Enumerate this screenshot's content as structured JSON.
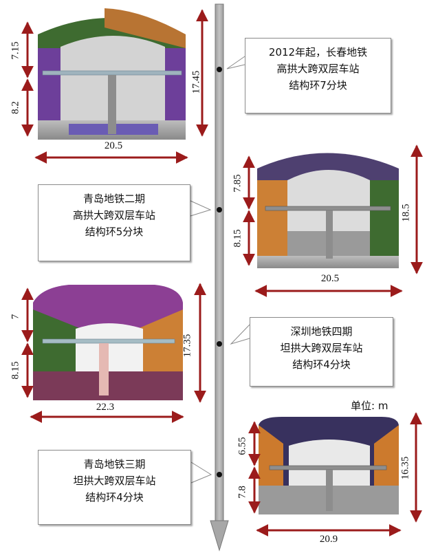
{
  "unit_label": "单位: m",
  "stations": [
    {
      "lines": [
        "2012年起，长春地铁",
        "高拱大跨双层车站",
        "结构环7分块"
      ],
      "upper_height": "7.15",
      "lower_height": "8.2",
      "total_height": "17.45",
      "width": "20.5"
    },
    {
      "lines": [
        "青岛地铁二期",
        "高拱大跨双层车站",
        "结构环5分块"
      ],
      "upper_height": "7.85",
      "lower_height": "8.15",
      "total_height": "18.5",
      "width": "20.5"
    },
    {
      "lines": [
        "深圳地铁四期",
        "坦拱大跨双层车站",
        "结构环4分块"
      ],
      "upper_height": "7",
      "lower_height": "8.15",
      "total_height": "17.35",
      "width": "22.3"
    },
    {
      "lines": [
        "青岛地铁三期",
        "坦拱大跨双层车站",
        "结构环4分块"
      ],
      "upper_height": "6.55",
      "lower_height": "7.8",
      "total_height": "16.35",
      "width": "20.9"
    }
  ],
  "colors": {
    "dimension_arrow": "#9b1b1b",
    "timeline": "#a7a7a7"
  }
}
